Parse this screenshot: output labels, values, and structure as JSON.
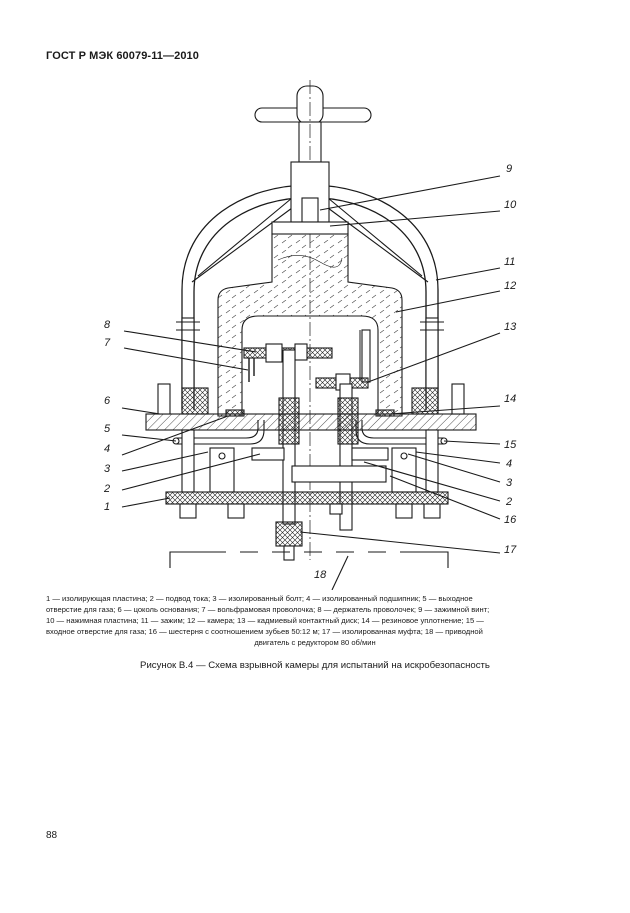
{
  "header": {
    "standard": "ГОСТ Р МЭК 60079-11—2010"
  },
  "labels": {
    "l1": "1",
    "l2": "2",
    "l3": "3",
    "l4": "4",
    "l5": "5",
    "l6": "6",
    "l7": "7",
    "l8": "8",
    "r9": "9",
    "r10": "10",
    "r11": "11",
    "r12": "12",
    "r13": "13",
    "r14": "14",
    "r15": "15",
    "r4": "4",
    "r3": "3",
    "r2": "2",
    "r16": "16",
    "r17": "17",
    "b18": "18"
  },
  "legend": {
    "line1": "1 — изолирующая пластина; 2 — подвод тока; 3 — изолированный болт; 4 — изолированный подшипник; 5 — выходное",
    "line2": "отверстие для газа; 6 — цоколь основания; 7 — вольфрамовая проволочка; 8 — держатель проволочек; 9 — зажимной винт;",
    "line3": "10 — нажимная пластина; 11 — зажим; 12 — камера; 13 — кадмиевый контактный диск; 14 — резиновое уплотнение; 15 —",
    "line4": "входное отверстие для газа; 16 — шестерня с соотношением зубьев 50:12 м;  17 — изолированная муфта; 18 — приводной",
    "line5": "двигатель с редуктором 80 об/мин"
  },
  "caption": "Рисунок В.4 — Схема взрывной камеры для испытаний на искробезопасность",
  "page_number": "88"
}
